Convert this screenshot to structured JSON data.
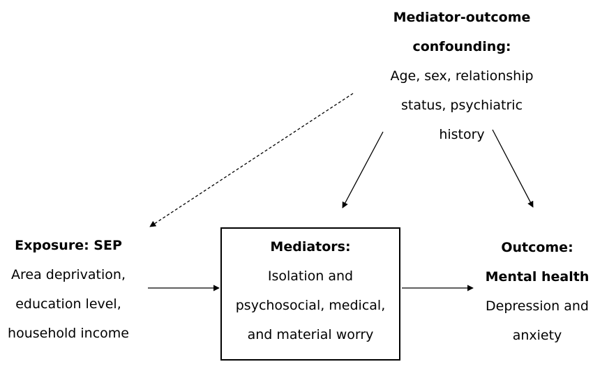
{
  "confounding": {
    "title_line1": "Mediator-outcome",
    "title_line2": "confounding:",
    "line1": "Age, sex, relationship",
    "line2": "status, psychiatric",
    "line3": "history"
  },
  "exposure": {
    "title": "Exposure: SEP",
    "line1": "Area deprivation,",
    "line2": "education level,",
    "line3": "household income"
  },
  "mediators": {
    "title": "Mediators:",
    "line1": "Isolation and",
    "line2": "psychosocial, medical,",
    "line3": "and material worry"
  },
  "outcome": {
    "title_line1": "Outcome:",
    "title_line2": "Mental health",
    "line1": "Depression and",
    "line2": "anxiety"
  },
  "colors": {
    "text": "#000000",
    "line": "#000000",
    "background": "#ffffff"
  }
}
